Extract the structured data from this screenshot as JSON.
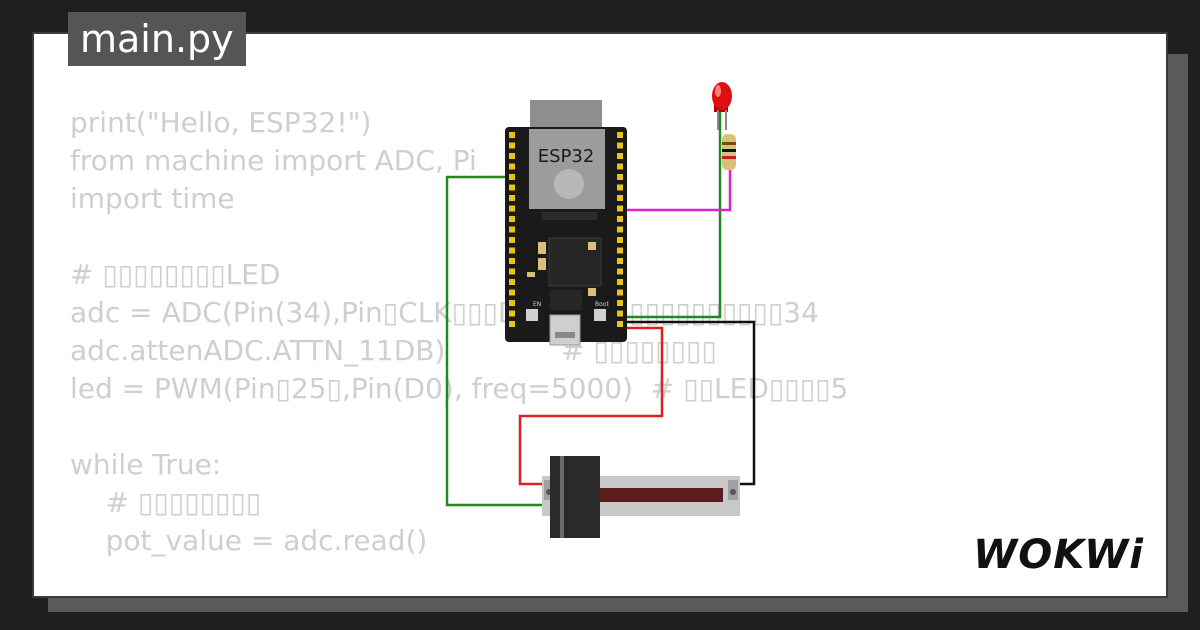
{
  "tab": {
    "filename": "main.py"
  },
  "code_lines": [
    "print(\"Hello, ESP32!\")",
    "from machine import ADC, Pi",
    "import time",
    "",
    "# ▯▯▯▯▯▯▯▯LED",
    "adc = ADC(Pin(34),Pin▯CLK▯▯▯D0▯)  # ▯▯▯▯▯▯▯▯▯▯▯34",
    "adc.attenADC.ATTN_11DB)             # ▯▯▯▯▯▯▯▯",
    "led = PWM(Pin▯25▯,Pin(D0), freq=5000)  # ▯▯LED▯▯▯▯5",
    "",
    "while True:",
    "    # ▯▯▯▯▯▯▯▯",
    "    pot_value = adc.read()"
  ],
  "board": {
    "label": "ESP32",
    "en_label": "EN",
    "boot_label": "Boot"
  },
  "brand": {
    "logo_text": "WOKWi"
  },
  "colors": {
    "wire_green": "#1f8a1f",
    "wire_magenta": "#e020d0",
    "wire_red": "#e02020",
    "wire_black": "#111111",
    "board": "#1a1a1a",
    "pin_yellow": "#e8c31a",
    "led": "#e01010"
  }
}
